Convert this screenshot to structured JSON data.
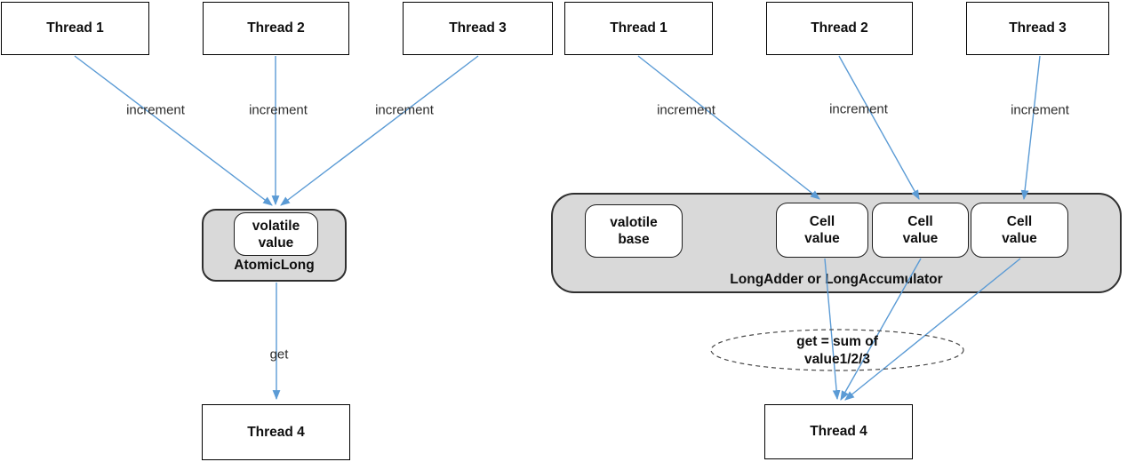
{
  "colors": {
    "arrow": "#5b9bd5",
    "node_fill": "#d9d9d9",
    "node_border": "#2f2f2f",
    "background": "#ffffff"
  },
  "left_diagram": {
    "title": "AtomicLong",
    "thread1": "Thread 1",
    "thread2": "Thread 2",
    "thread3": "Thread 3",
    "thread4": "Thread 4",
    "increment1": "increment",
    "increment2": "increment",
    "increment3": "increment",
    "get_label": "get",
    "value_box": "volatile\nvalue"
  },
  "right_diagram": {
    "title": "LongAdder or LongAccumulator",
    "thread1": "Thread 1",
    "thread2": "Thread 2",
    "thread3": "Thread 3",
    "thread4": "Thread 4",
    "increment1": "increment",
    "increment2": "increment",
    "increment3": "increment",
    "base_box": "valotile\nbase",
    "cell1": "Cell\nvalue",
    "cell2": "Cell\nvalue",
    "cell3": "Cell\nvalue",
    "get_ellipse": "get = sum of\nvalue1/2/3"
  }
}
